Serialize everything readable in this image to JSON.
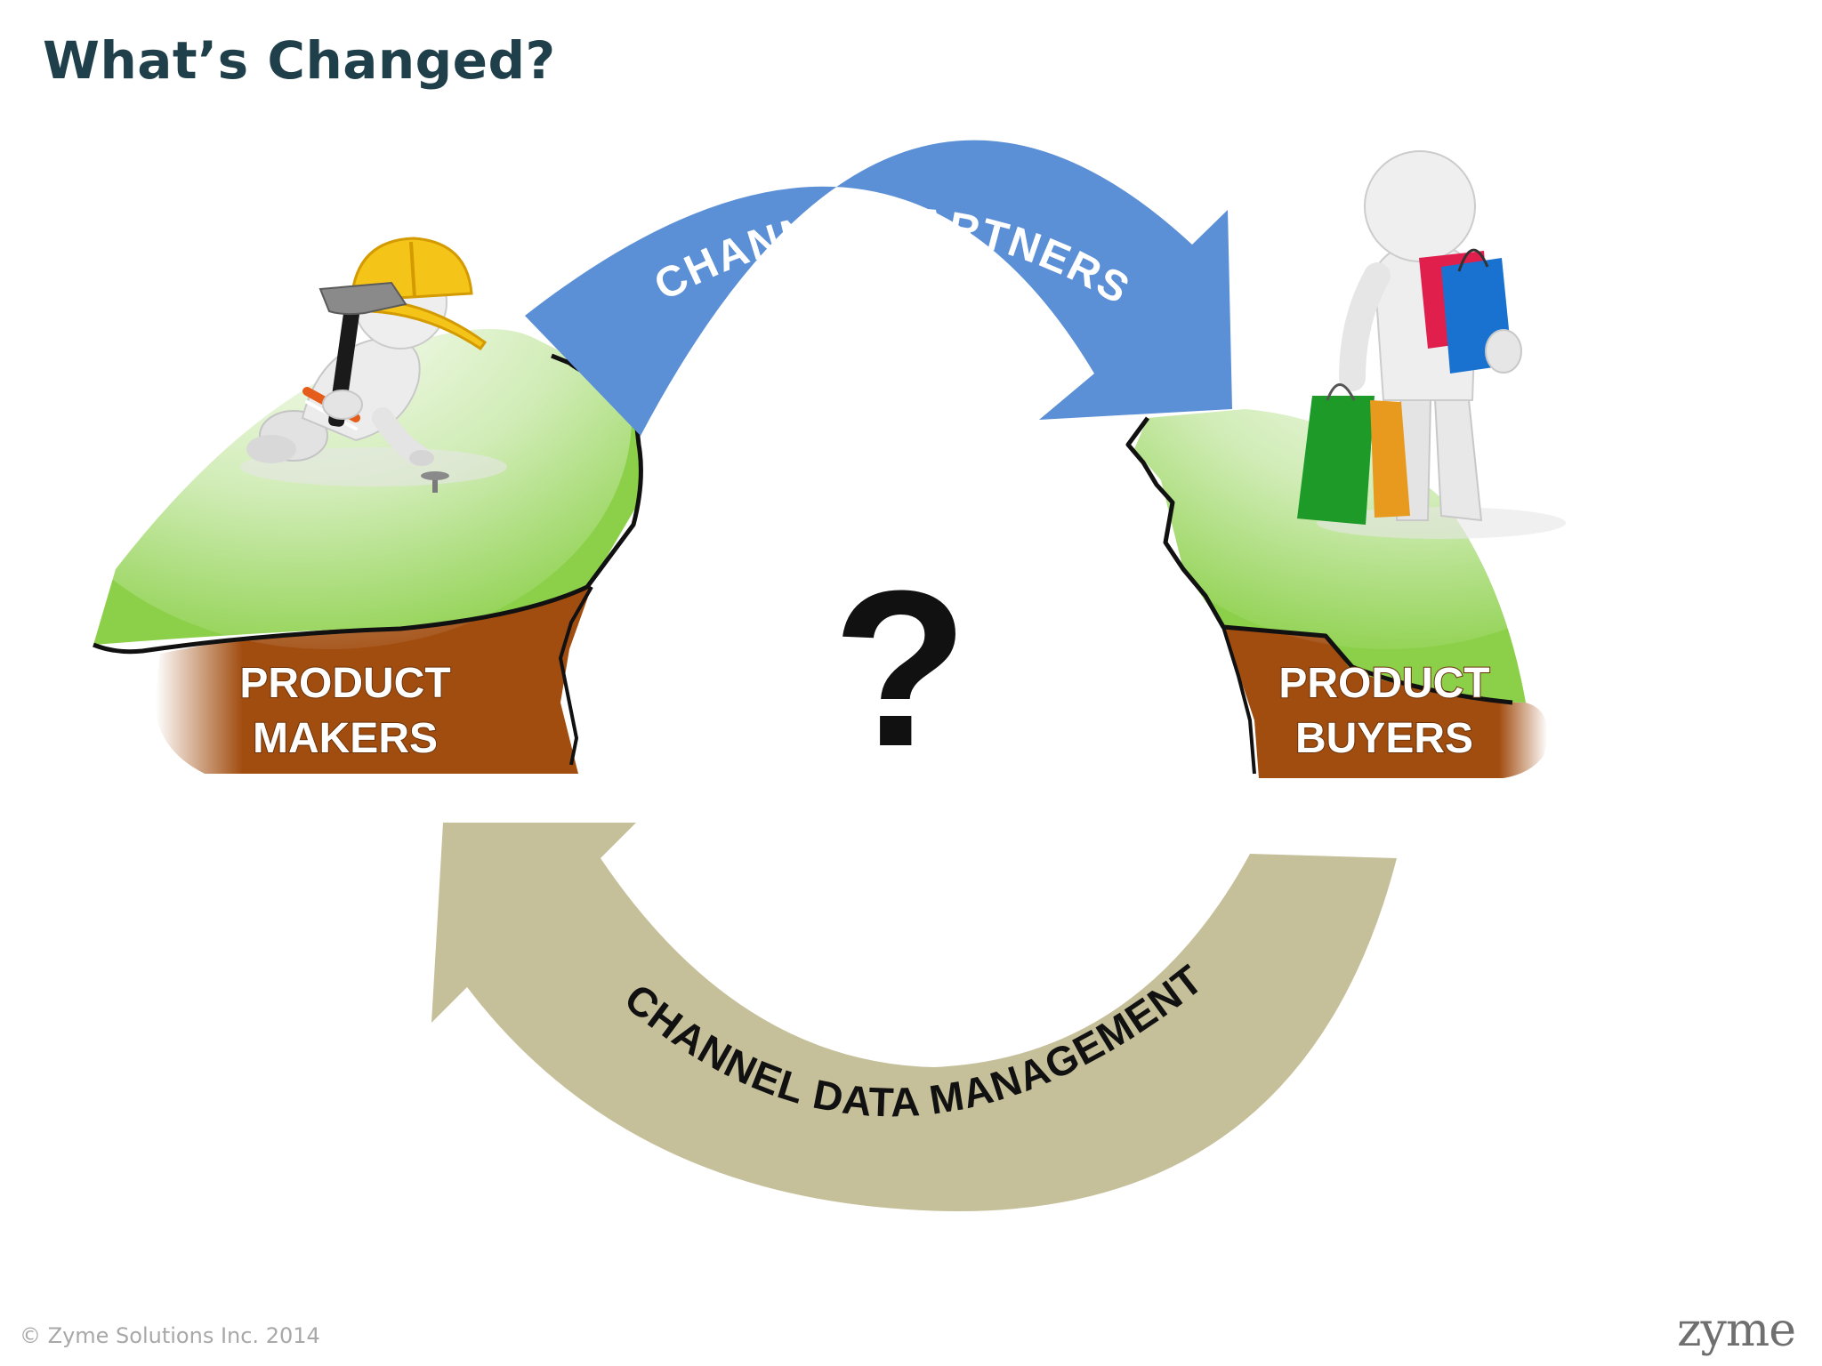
{
  "slide": {
    "title": "What’s Changed?",
    "footer": "© Zyme Solutions Inc. 2014",
    "logo_text": "zyme"
  },
  "diagram": {
    "top_arrow_label": "CHANNEL PARTNERS",
    "bottom_arrow_label": "CHANNEL DATA MANAGEMENT",
    "center_symbol": "?",
    "left_label_line1": "PRODUCT",
    "left_label_line2": "MAKERS",
    "right_label_line1": "PRODUCT",
    "right_label_line2": "BUYERS"
  },
  "colors": {
    "title": "#1f3f4a",
    "top_arrow": "#5b8fd6",
    "bottom_arrow": "#c6c09a",
    "grass": "#8cd04a",
    "earth": "#a14d10",
    "cliff_outline": "#111111"
  },
  "icons": {
    "maker_figure": "construction-worker-icon",
    "buyer_figure": "shopper-with-bags-icon"
  }
}
